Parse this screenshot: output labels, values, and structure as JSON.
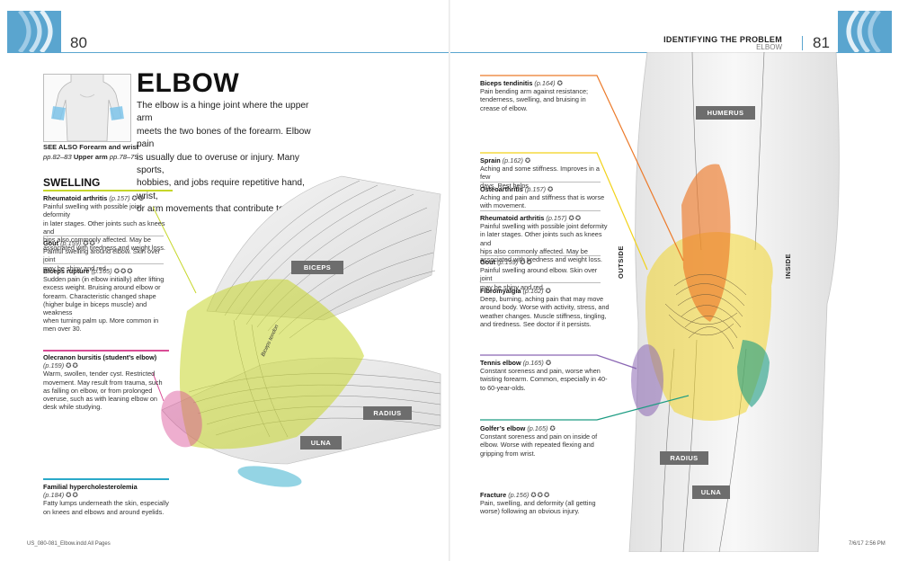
{
  "header": {
    "left_page_number": "80",
    "right_page_number": "81",
    "section_title": "IDENTIFYING THE PROBLEM",
    "section_subtitle": "ELBOW"
  },
  "intro": {
    "title": "ELBOW",
    "lines": [
      "The elbow is a hinge joint where the upper arm",
      "meets the two bones of the forearm. Elbow pain",
      "is usually due to overuse or injury. Many sports,",
      "hobbies, and jobs require repetitive hand, wrist,",
      "or arm movements that contribute to this."
    ],
    "see_also": {
      "label": "SEE ALSO",
      "item1": "Forearm and wrist",
      "item1_pages": "pp.82–83",
      "item2": "Upper arm",
      "item2_pages": "pp.78–79"
    }
  },
  "left_section_title": "SWELLING",
  "severity_symbols": {
    "two": "✪✪",
    "three": "✪✪✪",
    "one": "✪"
  },
  "left_entries": [
    {
      "title": "Rheumatoid arthritis",
      "page": "(p.157)",
      "sev": "✪✪",
      "lines": [
        "Painful swelling with possible joint deformity",
        "in later stages. Other joints such as knees and",
        "hips also commonly affected. May be",
        "associated with tiredness and weight loss."
      ]
    },
    {
      "title": "Gout",
      "page": "(p.159)",
      "sev": "✪✪",
      "lines": [
        "Painful swelling around elbow. Skin over joint",
        "may be shiny and red."
      ]
    },
    {
      "title": "Biceps rupture",
      "page": "(p.165)",
      "sev": "✪✪✪",
      "lines": [
        "Sudden pain (in elbow initially) after lifting",
        "excess weight. Bruising around elbow or",
        "forearm. Characteristic changed shape",
        "(higher bulge in biceps muscle) and weakness",
        "when turning palm up. More common in",
        "men over 30."
      ]
    },
    {
      "title": "Olecranon bursitis (student’s elbow)",
      "page": "(p.159)",
      "sev": "✪✪",
      "lines": [
        "Warm, swollen, tender cyst. Restricted",
        "movement. May result from trauma, such",
        "as falling on elbow, or from prolonged",
        "overuse, such as with leaning elbow on",
        "desk while studying."
      ]
    },
    {
      "title": "Familial hypercholesterolemia",
      "page": "(p.184)",
      "sev": "✪✪",
      "lines": [
        "Fatty lumps underneath the skin, especially",
        "on knees and elbows and around eyelids."
      ]
    }
  ],
  "right_entries": [
    {
      "title": "Biceps tendinitis",
      "page": "(p.164)",
      "sev": "✪",
      "lines": [
        "Pain bending arm against resistance;",
        "tenderness, swelling, and bruising in",
        "crease of elbow."
      ]
    },
    {
      "title": "Sprain",
      "page": "(p.162)",
      "sev": "✪",
      "lines": [
        "Aching and some stiffness. Improves in a few",
        "days. Rest helps."
      ]
    },
    {
      "title": "Osteoarthritis",
      "page": "(p.157)",
      "sev": "✪",
      "lines": [
        "Aching and pain and stiffness that is worse",
        "with movement."
      ]
    },
    {
      "title": "Rheumatoid arthritis",
      "page": "(p.157)",
      "sev": "✪✪",
      "lines": [
        "Painful swelling with possible joint deformity",
        "in later stages. Other joints such as knees and",
        "hips also commonly affected. May be",
        "associated with tiredness and weight loss."
      ]
    },
    {
      "title": "Gout",
      "page": "(p.159)",
      "sev": "✪✪",
      "lines": [
        "Painful swelling around elbow. Skin over joint",
        "may be shiny and red."
      ]
    },
    {
      "title": "Fibromyalgia",
      "page": "(p.162)",
      "sev": "✪",
      "lines": [
        "Deep, burning, aching pain that may move",
        "around body. Worse with activity, stress, and",
        "weather changes. Muscle stiffness, tingling,",
        "and tiredness. See doctor if it persists."
      ]
    },
    {
      "title": "Tennis elbow",
      "page": "(p.165)",
      "sev": "✪",
      "lines": [
        "Constant soreness and pain, worse when",
        "twisting forearm. Common, especially in 40-",
        "to 60-year-olds."
      ]
    },
    {
      "title": "Golfer’s elbow",
      "page": "(p.165)",
      "sev": "✪",
      "lines": [
        "Constant soreness and pain on inside of",
        "elbow. Worse with repeated flexing and",
        "gripping from wrist."
      ]
    },
    {
      "title": "Fracture",
      "page": "(p.156)",
      "sev": "✪✪✪",
      "lines": [
        "Pain, swelling, and deformity (all getting",
        "worse) following an obvious injury."
      ]
    }
  ],
  "anatomy_labels": {
    "biceps": "BICEPS",
    "biceps_tendon": "Biceps tendon",
    "radius": "RADIUS",
    "ulna": "ULNA",
    "humerus": "HUMERUS",
    "outside": "OUTSIDE",
    "inside": "INSIDE"
  },
  "colors": {
    "accent_blue": "#5aa5cf",
    "lime": "#c6d62a",
    "pink": "#d94c95",
    "cyan": "#2aa9c9",
    "orange": "#ec7a2a",
    "yellow": "#f2d21a",
    "purple": "#8a66b3",
    "teal": "#1c9c82"
  },
  "footer": {
    "file": "US_080-081_Elbow.indd   All Pages",
    "date": "7/6/17   2:56 PM"
  }
}
